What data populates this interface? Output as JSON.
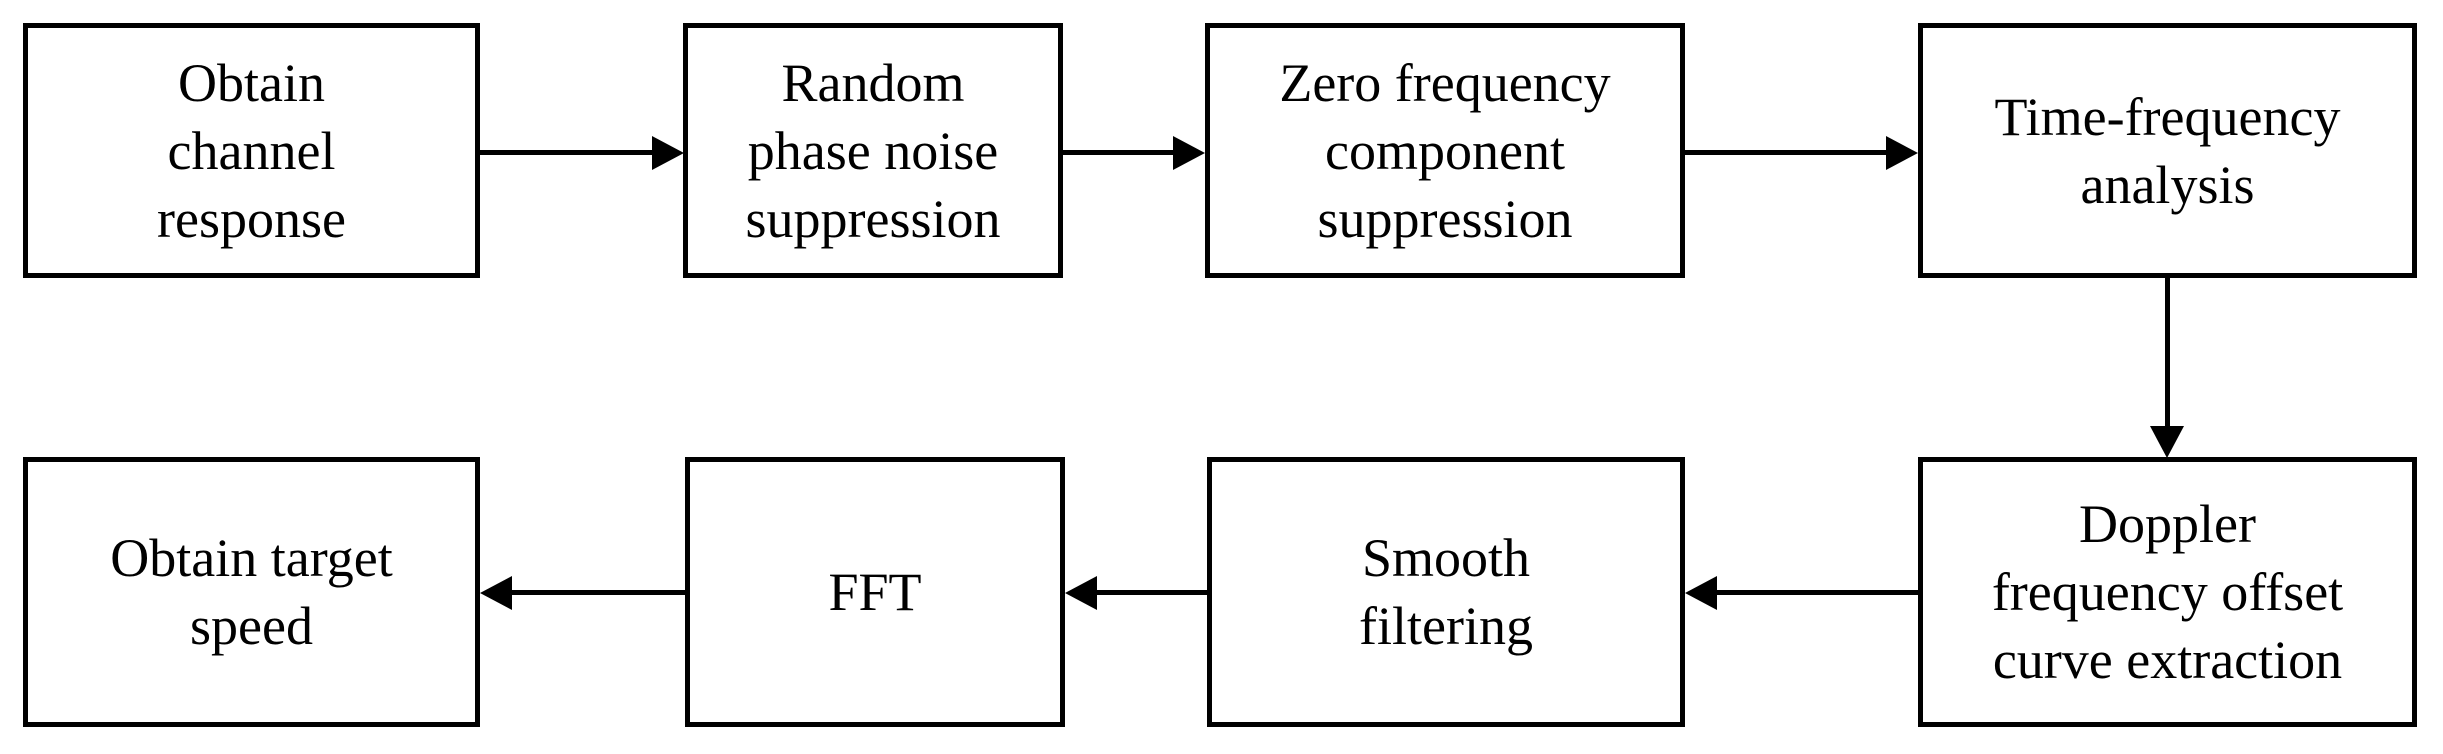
{
  "diagram": {
    "type": "flowchart",
    "background_color": "#ffffff",
    "line_color": "#000000",
    "boxes": [
      {
        "id": "obtain-channel-response",
        "lines": [
          "Obtain",
          "channel",
          "response"
        ]
      },
      {
        "id": "random-phase-noise-suppression",
        "lines": [
          "Random",
          "phase noise",
          "suppression"
        ]
      },
      {
        "id": "zero-frequency-component-suppression",
        "lines": [
          "Zero frequency",
          "component",
          "suppression"
        ]
      },
      {
        "id": "time-frequency-analysis",
        "lines": [
          "Time-frequency",
          "analysis"
        ]
      },
      {
        "id": "doppler-frequency-offset-curve-extraction",
        "lines": [
          "Doppler",
          "frequency offset",
          "curve extraction"
        ]
      },
      {
        "id": "smooth-filtering",
        "lines": [
          "Smooth",
          "filtering"
        ]
      },
      {
        "id": "fft",
        "lines": [
          "FFT"
        ]
      },
      {
        "id": "obtain-target-speed",
        "lines": [
          "Obtain target",
          "speed"
        ]
      }
    ],
    "arrows": [
      {
        "from": "obtain-channel-response",
        "to": "random-phase-noise-suppression",
        "direction": "right"
      },
      {
        "from": "random-phase-noise-suppression",
        "to": "zero-frequency-component-suppression",
        "direction": "right"
      },
      {
        "from": "zero-frequency-component-suppression",
        "to": "time-frequency-analysis",
        "direction": "right"
      },
      {
        "from": "time-frequency-analysis",
        "to": "doppler-frequency-offset-curve-extraction",
        "direction": "down"
      },
      {
        "from": "doppler-frequency-offset-curve-extraction",
        "to": "smooth-filtering",
        "direction": "left"
      },
      {
        "from": "smooth-filtering",
        "to": "fft",
        "direction": "left"
      },
      {
        "from": "fft",
        "to": "obtain-target-speed",
        "direction": "left"
      }
    ]
  }
}
